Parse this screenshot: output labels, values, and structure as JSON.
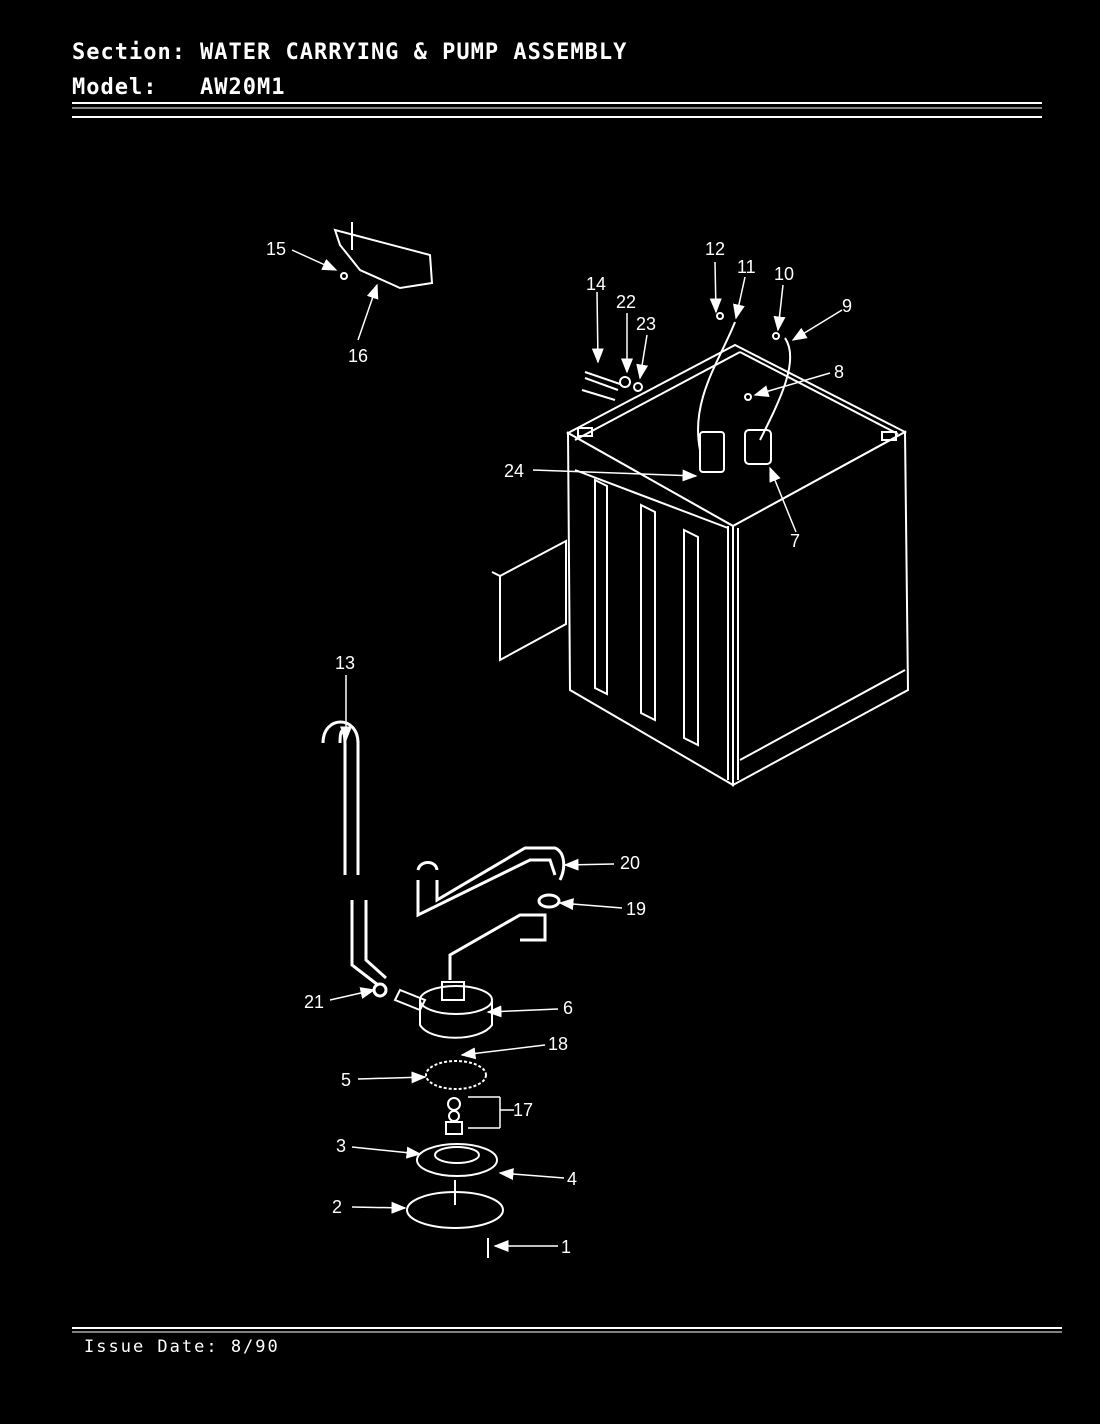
{
  "header": {
    "section_label": "Section:",
    "section_value": "WATER CARRYING & PUMP ASSEMBLY",
    "model_label": "Model:",
    "model_value": "AW20M1"
  },
  "footer": {
    "issue_date": "Issue Date: 8/90"
  },
  "callouts": [
    "1",
    "2",
    "3",
    "4",
    "5",
    "6",
    "7",
    "8",
    "9",
    "10",
    "11",
    "12",
    "13",
    "14",
    "15",
    "16",
    "17",
    "18",
    "19",
    "20",
    "21",
    "22",
    "23",
    "24"
  ],
  "colors": {
    "background": "#000000",
    "ink": "#ffffff"
  }
}
